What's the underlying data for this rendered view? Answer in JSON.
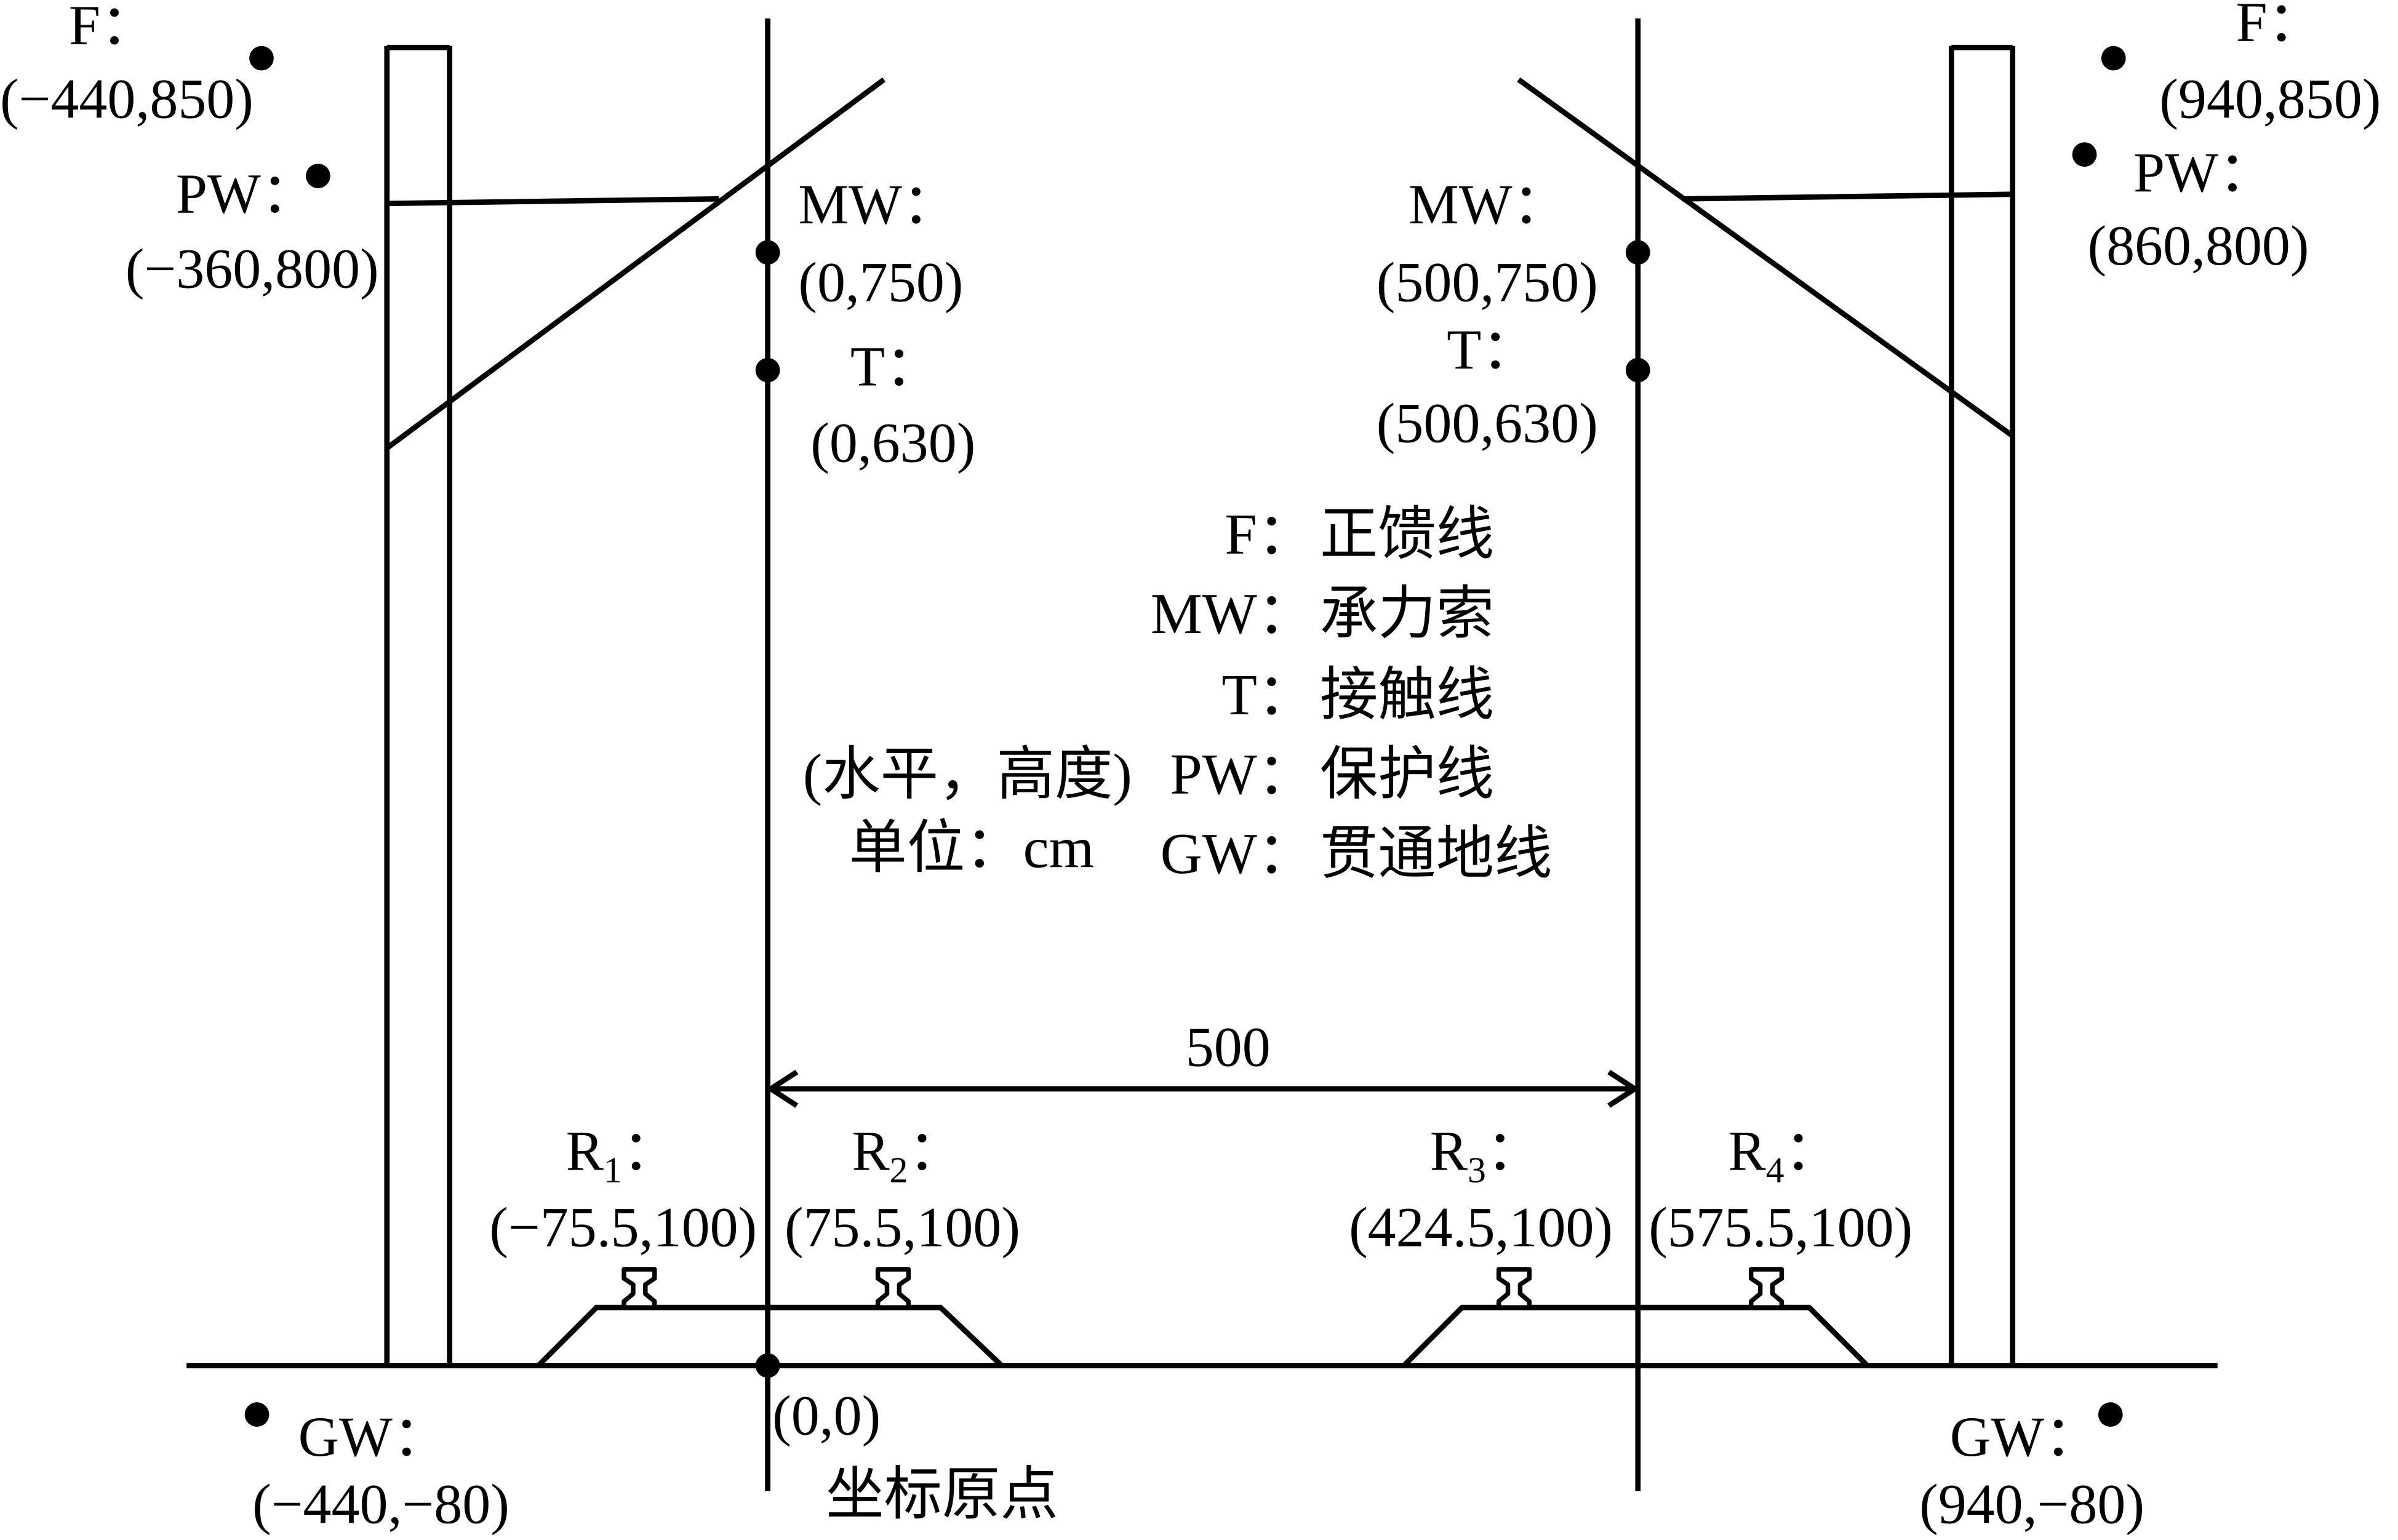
{
  "points": {
    "f_left": {
      "label": "F：",
      "coord": "(−440,850)"
    },
    "pw_left": {
      "label": "PW：",
      "coord": "(−360,800)"
    },
    "mw_left": {
      "label": "MW：",
      "coord": "(0,750)"
    },
    "t_left": {
      "label": "T：",
      "coord": "(0,630)"
    },
    "mw_right": {
      "label": "MW：",
      "coord": "(500,750)"
    },
    "t_right": {
      "label": "T：",
      "coord": "(500,630)"
    },
    "f_right": {
      "label": "F：",
      "coord": "(940,850)"
    },
    "pw_right": {
      "label": "PW：",
      "coord": "(860,800)"
    },
    "gw_left": {
      "label": "GW：",
      "coord": "(−440,−80)"
    },
    "gw_right": {
      "label": "GW：",
      "coord": "(940,−80)"
    },
    "origin": {
      "coord": "(0,0)",
      "caption": "坐标原点"
    }
  },
  "rails": [
    {
      "letter": "R",
      "sub": "1",
      "colon": "：",
      "coord": "(−75.5,100)"
    },
    {
      "letter": "R",
      "sub": "2",
      "colon": "：",
      "coord": "(75.5,100)"
    },
    {
      "letter": "R",
      "sub": "3",
      "colon": "：",
      "coord": "(424.5,100)"
    },
    {
      "letter": "R",
      "sub": "4",
      "colon": "：",
      "coord": "(575.5,100)"
    }
  ],
  "dimension": {
    "track_spacing": "500"
  },
  "legend": {
    "coord_note": "(水平，高度)",
    "unit_note": "单位：cm",
    "items": [
      {
        "abbr": "F：",
        "name": "正馈线"
      },
      {
        "abbr": "MW：",
        "name": "承力索"
      },
      {
        "abbr": "T：",
        "name": "接触线"
      },
      {
        "abbr": "PW：",
        "name": "保护线"
      },
      {
        "abbr": "GW：",
        "name": "贯通地线"
      }
    ]
  }
}
